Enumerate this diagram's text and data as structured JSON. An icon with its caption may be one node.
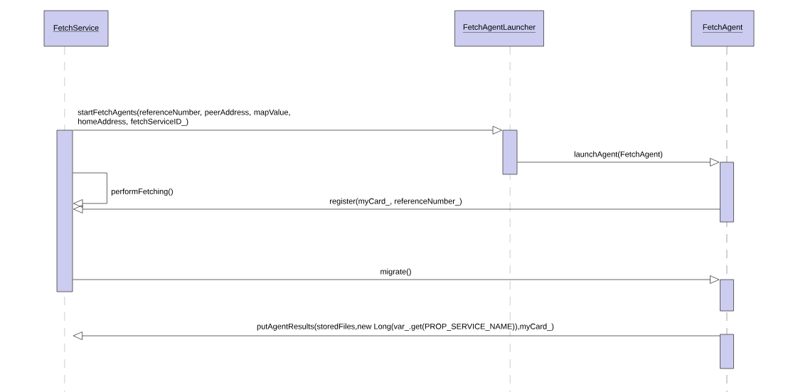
{
  "diagram": {
    "nodes": [
      {
        "text": [
          "FetchService"
        ]
      },
      {
        "text": [
          "FetchAgentLauncher"
        ]
      },
      {
        "text": [
          "FetchAgent"
        ]
      },
      {
        "text": [],
        "shape": "bar"
      },
      {
        "text": [],
        "shape": "bar"
      },
      {
        "text": [],
        "shape": "bar"
      },
      {
        "text": [],
        "shape": "bar"
      },
      {
        "text": [],
        "shape": "bar"
      }
    ],
    "edges": [
      {
        "from": 3,
        "to": 4,
        "arrow": "to",
        "label": "startFetchAgents(referenceNumber, peerAddress, mapValue, homeAddress, fetchServiceID_)"
      },
      {
        "from": 4,
        "to": 5,
        "arrow": "to",
        "label": "launchAgent(FetchAgent)"
      },
      {
        "from": 5,
        "to": 3,
        "arrow": "to",
        "label": "register(myCard_, referenceNumber_)"
      },
      {
        "from": 3,
        "to": 3,
        "arrow": "to",
        "label": "performFetching()"
      },
      {
        "from": 3,
        "to": 6,
        "arrow": "to",
        "label": "migrate()"
      },
      {
        "from": 7,
        "to": null,
        "arrow": "to",
        "label": "putAgentResults(storedFiles,new Long(var_.get(PROP_SERVICE_NAME)),myCard_)"
      }
    ]
  }
}
